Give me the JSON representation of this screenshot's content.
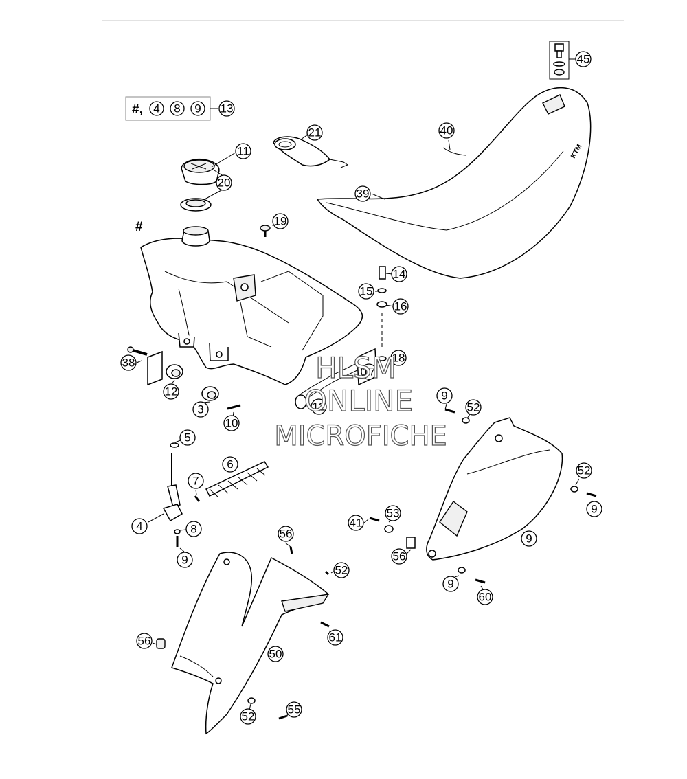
{
  "kit_legend": {
    "hash": "#,",
    "items": [
      "4",
      "8",
      "9"
    ],
    "kit_number": "13"
  },
  "tank_hash": "#",
  "callouts": [
    "45",
    "11",
    "21",
    "40",
    "20",
    "39",
    "19",
    "14",
    "15",
    "16",
    "18",
    "38",
    "17",
    "12",
    "3",
    "12",
    "10",
    "9",
    "52",
    "5",
    "6",
    "7",
    "52",
    "9",
    "4",
    "8",
    "53",
    "9",
    "41",
    "9",
    "60",
    "56",
    "56",
    "52",
    "9",
    "61",
    "56",
    "50",
    "52",
    "55"
  ],
  "watermark": {
    "line1": "HLSM",
    "line2": "ONLINE",
    "line3": "MICROFICHE"
  }
}
